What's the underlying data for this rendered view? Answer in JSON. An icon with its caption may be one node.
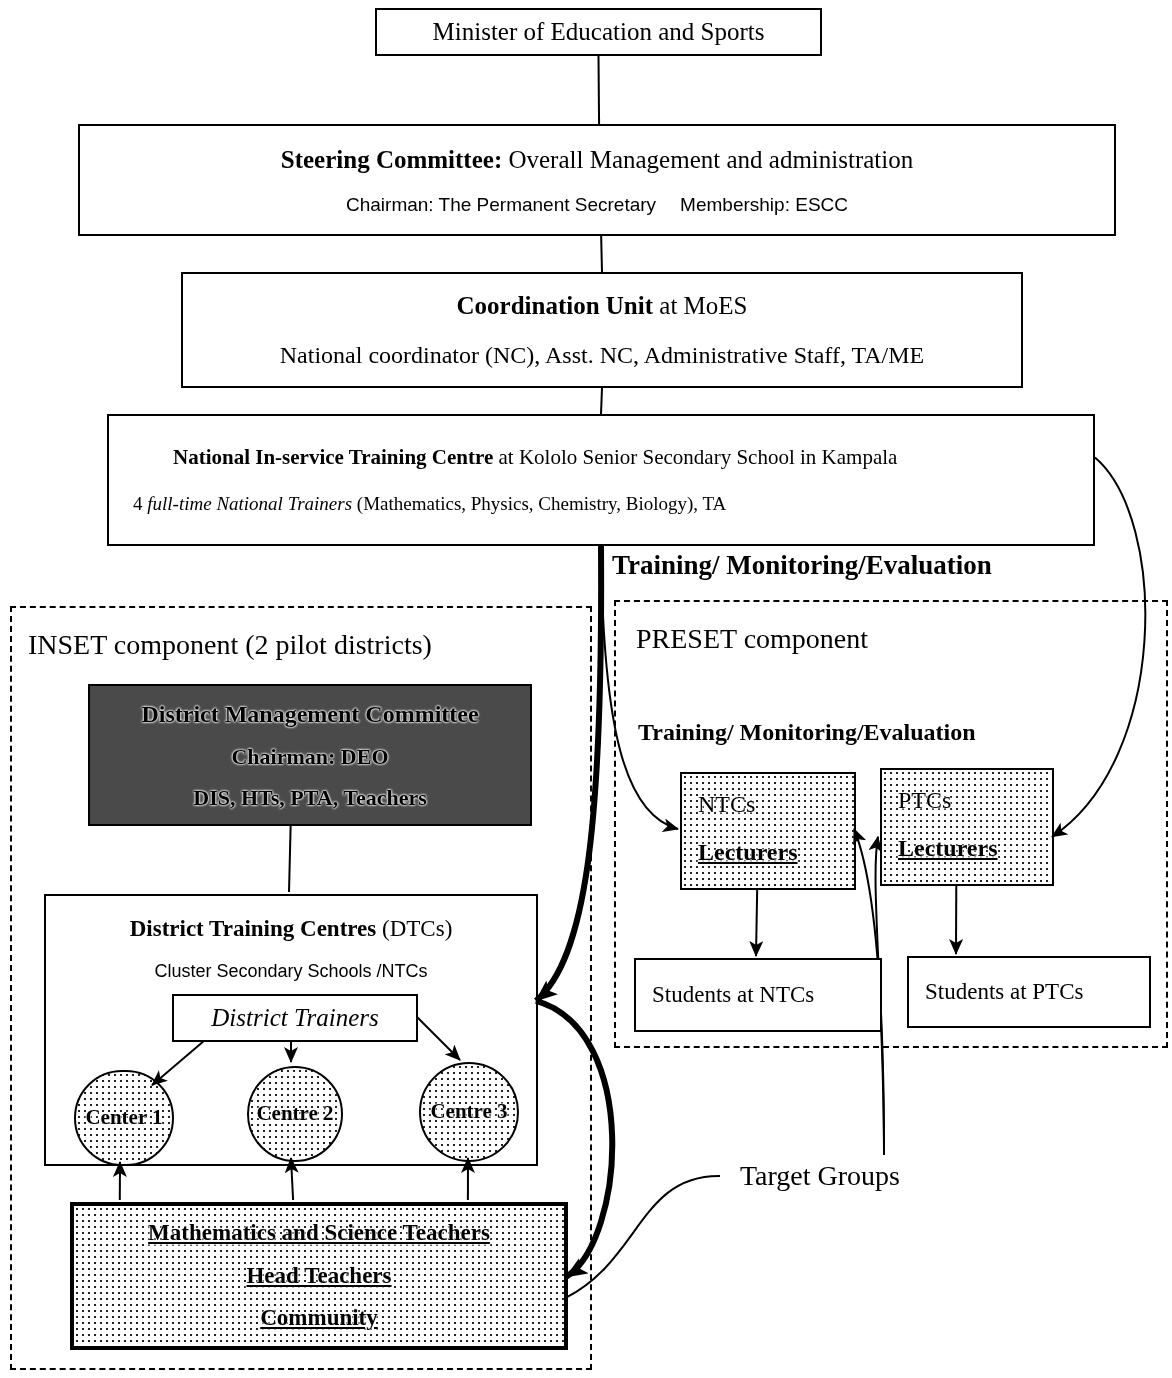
{
  "diagram": {
    "nodes": [
      {
        "text": [
          "Minister of Education and Sports"
        ]
      },
      {
        "text": [
          "**Steering Committee:** Overall Management and administration",
          "Chairman: The Permanent Secretary",
          "Membership: ESCC"
        ]
      },
      {
        "text": [
          "**Coordination Unit** at MoES",
          "National coordinator (NC), Asst. NC, Administrative Staff, TA/ME"
        ]
      },
      {
        "text": [
          "**National In-service Training Centre** at Kololo Senior Secondary School in Kampala",
          "4 *full-time National Trainers* (Mathematics, Physics, Chemistry, Biology), TA"
        ]
      },
      {
        "text": [
          "INSET component (2 pilot districts)"
        ]
      },
      {
        "text": [
          "PRESET component"
        ]
      },
      {
        "text": [
          "District Management Committee",
          "Chairman: DEO",
          "DIS, HTs, PTA, Teachers"
        ],
        "in": 4
      },
      {
        "text": [
          "**District Training Centres** (DTCs)",
          "Cluster Secondary Schools /NTCs"
        ],
        "in": 4
      },
      {
        "text": [
          "District Trainers"
        ],
        "in": 7
      },
      {
        "text": [
          "Center 1"
        ],
        "in": 7
      },
      {
        "text": [
          "Centre 2"
        ],
        "in": 7
      },
      {
        "text": [
          "Centre 3"
        ],
        "in": 7
      },
      {
        "text": [
          "Mathematics and Science Teachers",
          "Head Teachers",
          "Community"
        ],
        "in": 4
      },
      {
        "text": [
          "NTCs",
          "Lecturers"
        ],
        "in": 5
      },
      {
        "text": [
          "PTCs",
          "Lecturers"
        ],
        "in": 5
      },
      {
        "text": [
          "Students at NTCs"
        ],
        "in": 5
      },
      {
        "text": [
          "Students at PTCs"
        ],
        "in": 5
      },
      {
        "text": [
          "Target Groups"
        ]
      }
    ],
    "edges": [
      {
        "from": 0,
        "to": 1,
        "arrow": "none"
      },
      {
        "from": 1,
        "to": 2,
        "arrow": "none"
      },
      {
        "from": 2,
        "to": 3,
        "arrow": "none"
      },
      {
        "from": 3,
        "to": 7,
        "arrow": "to",
        "style": "thick"
      },
      {
        "from": 3,
        "to": 13,
        "arrow": "to"
      },
      {
        "from": 3,
        "to": 14,
        "arrow": "to"
      },
      {
        "from": 6,
        "to": 7,
        "arrow": "none"
      },
      {
        "from": 7,
        "to": 12,
        "arrow": "to",
        "style": "thick"
      },
      {
        "from": 8,
        "to": 9,
        "arrow": "to"
      },
      {
        "from": 8,
        "to": 10,
        "arrow": "to"
      },
      {
        "from": 8,
        "to": 11,
        "arrow": "to"
      },
      {
        "from": 12,
        "to": 9,
        "arrow": "to"
      },
      {
        "from": 12,
        "to": 10,
        "arrow": "to"
      },
      {
        "from": 12,
        "to": 11,
        "arrow": "to"
      },
      {
        "from": 13,
        "to": 15,
        "arrow": "to"
      },
      {
        "from": 14,
        "to": 16,
        "arrow": "to"
      },
      {
        "from": 17,
        "to": 13,
        "arrow": "to"
      },
      {
        "from": 17,
        "to": 14,
        "arrow": "to"
      },
      {
        "from": 17,
        "to": 12,
        "arrow": "none"
      }
    ],
    "labels": [
      "Training/ Monitoring/Evaluation",
      "Training/ Monitoring/Evaluation"
    ]
  }
}
